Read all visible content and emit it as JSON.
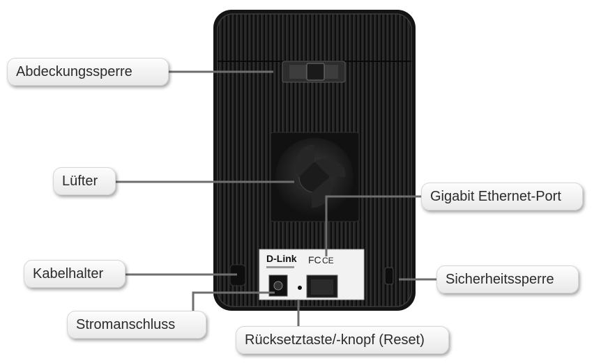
{
  "labels": {
    "cover_lock": "Abdeckungssperre",
    "fan": "Lüfter",
    "cable_holder": "Kabelhalter",
    "power": "Stromanschluss",
    "gigabit": "Gigabit Ethernet-Port",
    "security_lock": "Sicherheitssperre",
    "reset": "Rücksetztaste/-knopf (Reset)"
  },
  "device": {
    "brand": "D-Link",
    "fcc_mark": "FC",
    "ce_mark": "CE"
  },
  "colors": {
    "device_body": "#1c1c1c",
    "leader_line": "#6e6e6e",
    "label_panel": "#f1f1f1"
  }
}
